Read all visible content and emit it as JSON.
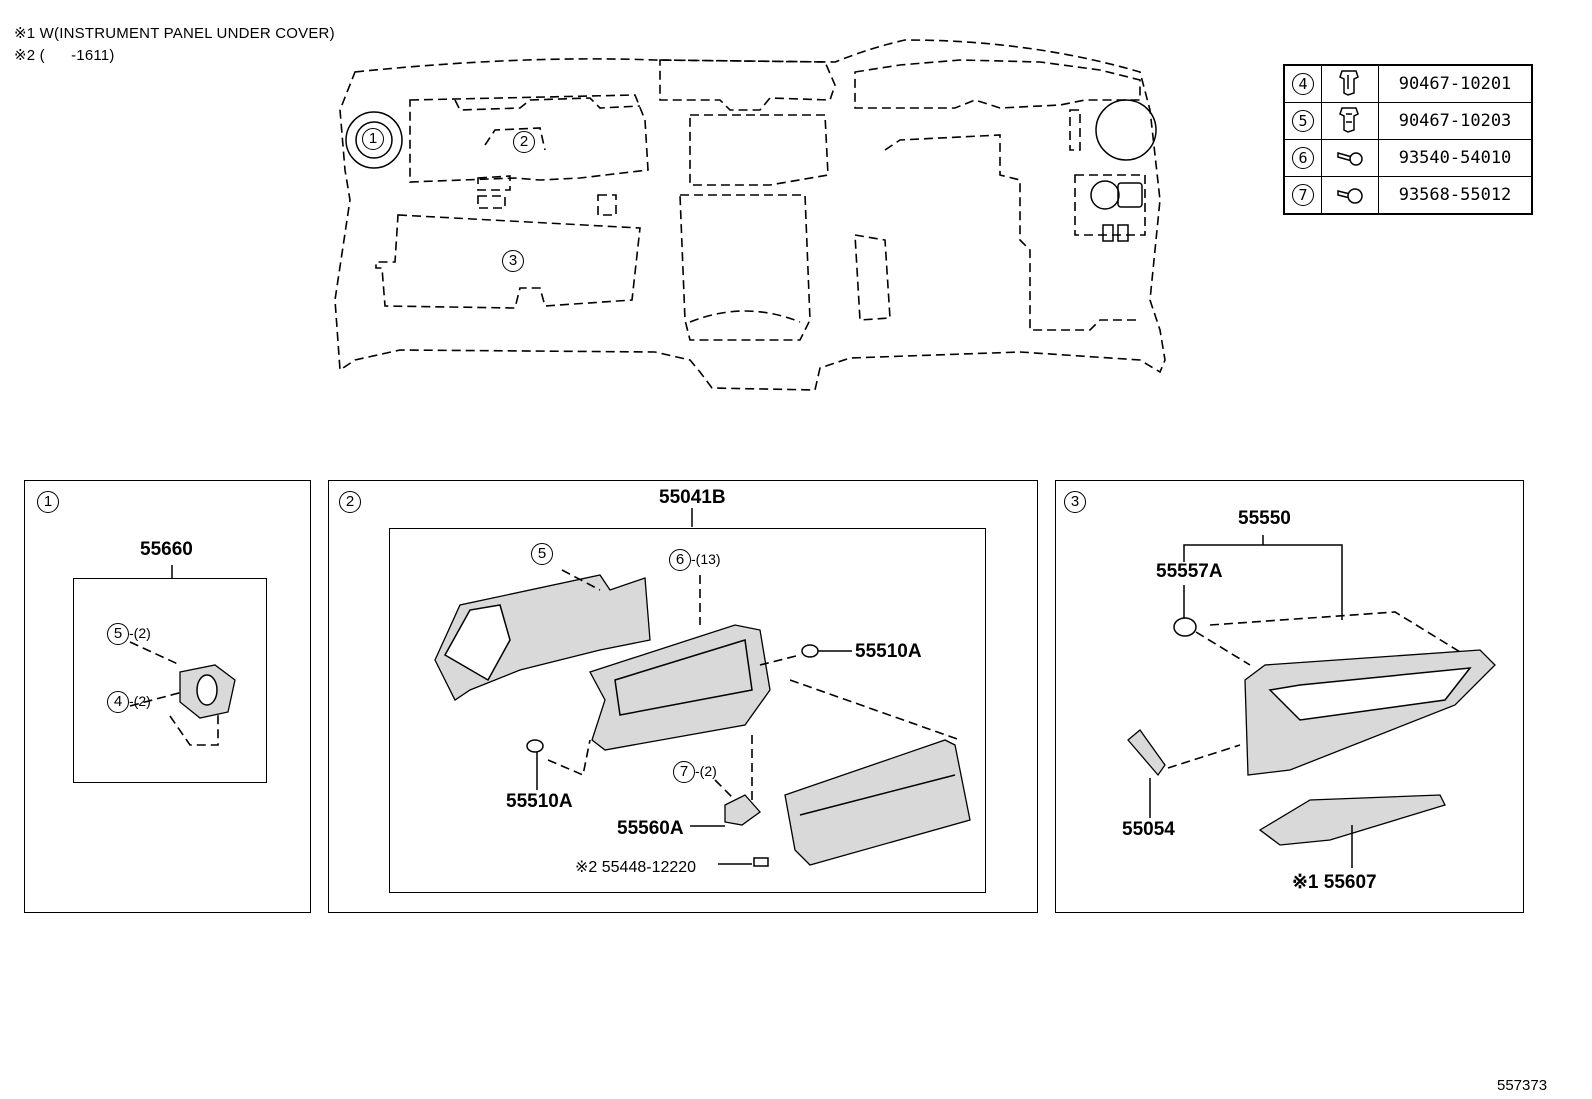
{
  "notes": {
    "note1": "※1 W(INSTRUMENT PANEL UNDER COVER)",
    "note2": "※2 (      -1611)"
  },
  "overview": {
    "callout1": "1",
    "callout2": "2",
    "callout3": "3"
  },
  "fastener_table": [
    {
      "ref": "4",
      "icon": "clip-icon",
      "part": "90467-10201"
    },
    {
      "ref": "5",
      "icon": "clip-icon",
      "part": "90467-10203"
    },
    {
      "ref": "6",
      "icon": "screw-icon",
      "part": "93540-54010"
    },
    {
      "ref": "7",
      "icon": "screw-icon",
      "part": "93568-55012"
    }
  ],
  "panel1": {
    "index": "1",
    "assembly": "55660",
    "ref5": "5",
    "qty5": "-(2)",
    "ref4": "4",
    "qty4": "-(2)"
  },
  "panel2": {
    "index": "2",
    "assembly": "55041B",
    "ref5": "5",
    "ref6": "6",
    "qty6": "-(13)",
    "ref7": "7",
    "qty7": "-(2)",
    "p55510a_right": "55510A",
    "p55510a_left": "55510A",
    "p55560a": "55560A",
    "p55448": "※2 55448-12220"
  },
  "panel3": {
    "index": "3",
    "assembly": "55550",
    "p55557a": "55557A",
    "p55054": "55054",
    "p55607": "※1 55607"
  },
  "diagram_id": "557373"
}
